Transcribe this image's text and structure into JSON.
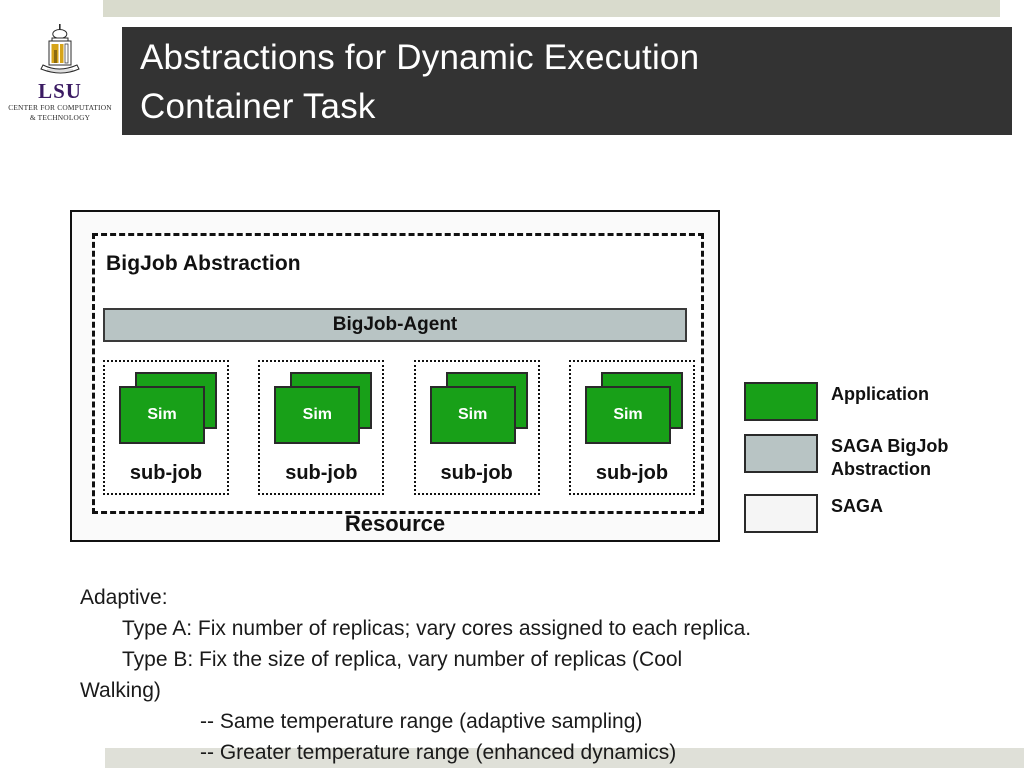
{
  "brand": {
    "logo_word": "LSU",
    "logo_subtitle": "CENTER FOR COMPUTATION\n& TECHNOLOGY",
    "purple": "#3b1b63",
    "gold": "#d6a419"
  },
  "header": {
    "title": "Abstractions for Dynamic Execution\nContainer Task",
    "bar_color": "#333333",
    "band_color": "#d9dbcd"
  },
  "diagram": {
    "outer_label": "Resource",
    "abstraction_label": "BigJob Abstraction",
    "agent_label": "BigJob-Agent",
    "agent_color": "#b8c4c4",
    "application_color": "#18a018",
    "subjobs": [
      {
        "sim_label": "Sim",
        "label": "sub-job"
      },
      {
        "sim_label": "Sim",
        "label": "sub-job"
      },
      {
        "sim_label": "Sim",
        "label": "sub-job"
      },
      {
        "sim_label": "Sim",
        "label": "sub-job"
      }
    ]
  },
  "legend": {
    "items": [
      {
        "label": "Application",
        "color": "#18a018"
      },
      {
        "label": "SAGA BigJob\nAbstraction",
        "color": "#b8c4c4"
      },
      {
        "label": "SAGA",
        "color": "#f5f5f5"
      }
    ]
  },
  "body": {
    "lines": [
      {
        "text": "Adaptive:",
        "indent": 0
      },
      {
        "text": "Type A: Fix number of replicas; vary cores assigned to each replica.",
        "indent": 1
      },
      {
        "text": "Type B: Fix the size of replica, vary number of replicas (Cool",
        "indent": 1
      },
      {
        "text": "Walking)",
        "indent": 0
      },
      {
        "text": "-- Same temperature range (adaptive sampling)",
        "indent": 2
      },
      {
        "text": "-- Greater temperature range (enhanced dynamics)",
        "indent": 2
      }
    ]
  }
}
